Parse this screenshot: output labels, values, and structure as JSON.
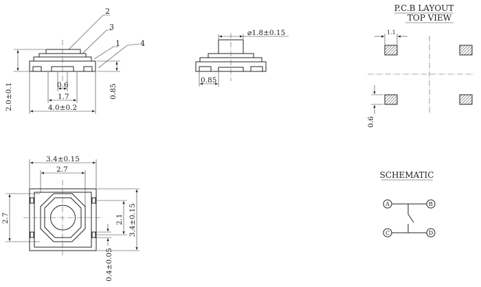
{
  "side_view": {
    "callouts": [
      "2",
      "3",
      "1",
      "4"
    ],
    "dim_height": "2.0±0.1",
    "dim_stem": "0.6",
    "dim_pitch": "1.7",
    "dim_length": "4.0±0.2",
    "dim_body": "0.85"
  },
  "front_view": {
    "dim_button": "⌀1.8±0.15",
    "dim_lead": "0.85"
  },
  "pcb_layout": {
    "title": "P.C.B LAYOUT",
    "subtitle": "TOP VIEW",
    "dim_pad_width": "1.1",
    "dim_pad_gap": "0.6"
  },
  "top_view": {
    "dim_width": "3.4±0.15",
    "dim_inner_width": "2.7",
    "dim_inner_height": "2.7",
    "dim_pitch": "2.1",
    "dim_height": "3.4±0.15",
    "dim_lead": "0.4±0.05"
  },
  "schematic": {
    "title": "SCHEMATIC",
    "terminals": [
      "A",
      "B",
      "C",
      "D"
    ]
  }
}
